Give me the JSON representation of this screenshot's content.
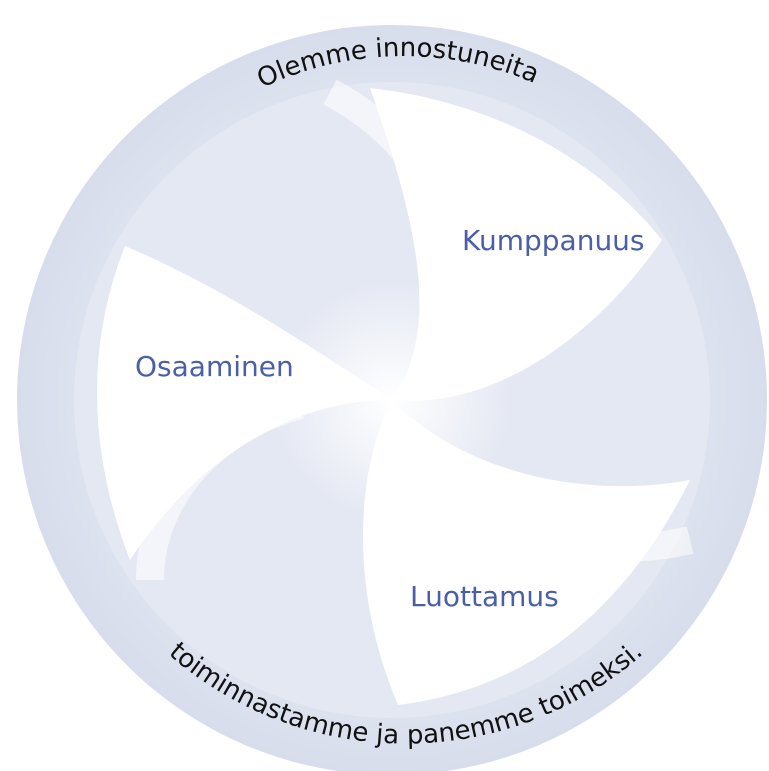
{
  "ring": {
    "top_text": "Olemme innostuneita",
    "bottom_text": "toiminnastamme ja panemme toimeksi."
  },
  "blades": {
    "top_right": "Kumppanuus",
    "left": "Osaaminen",
    "bottom": "Luottamus"
  },
  "colors": {
    "ring": "#dde2ef",
    "ring_edge": "#c9d0e4",
    "label": "#4a5fa8",
    "ring_text": "#111111",
    "blade_fill": "#ffffff"
  }
}
